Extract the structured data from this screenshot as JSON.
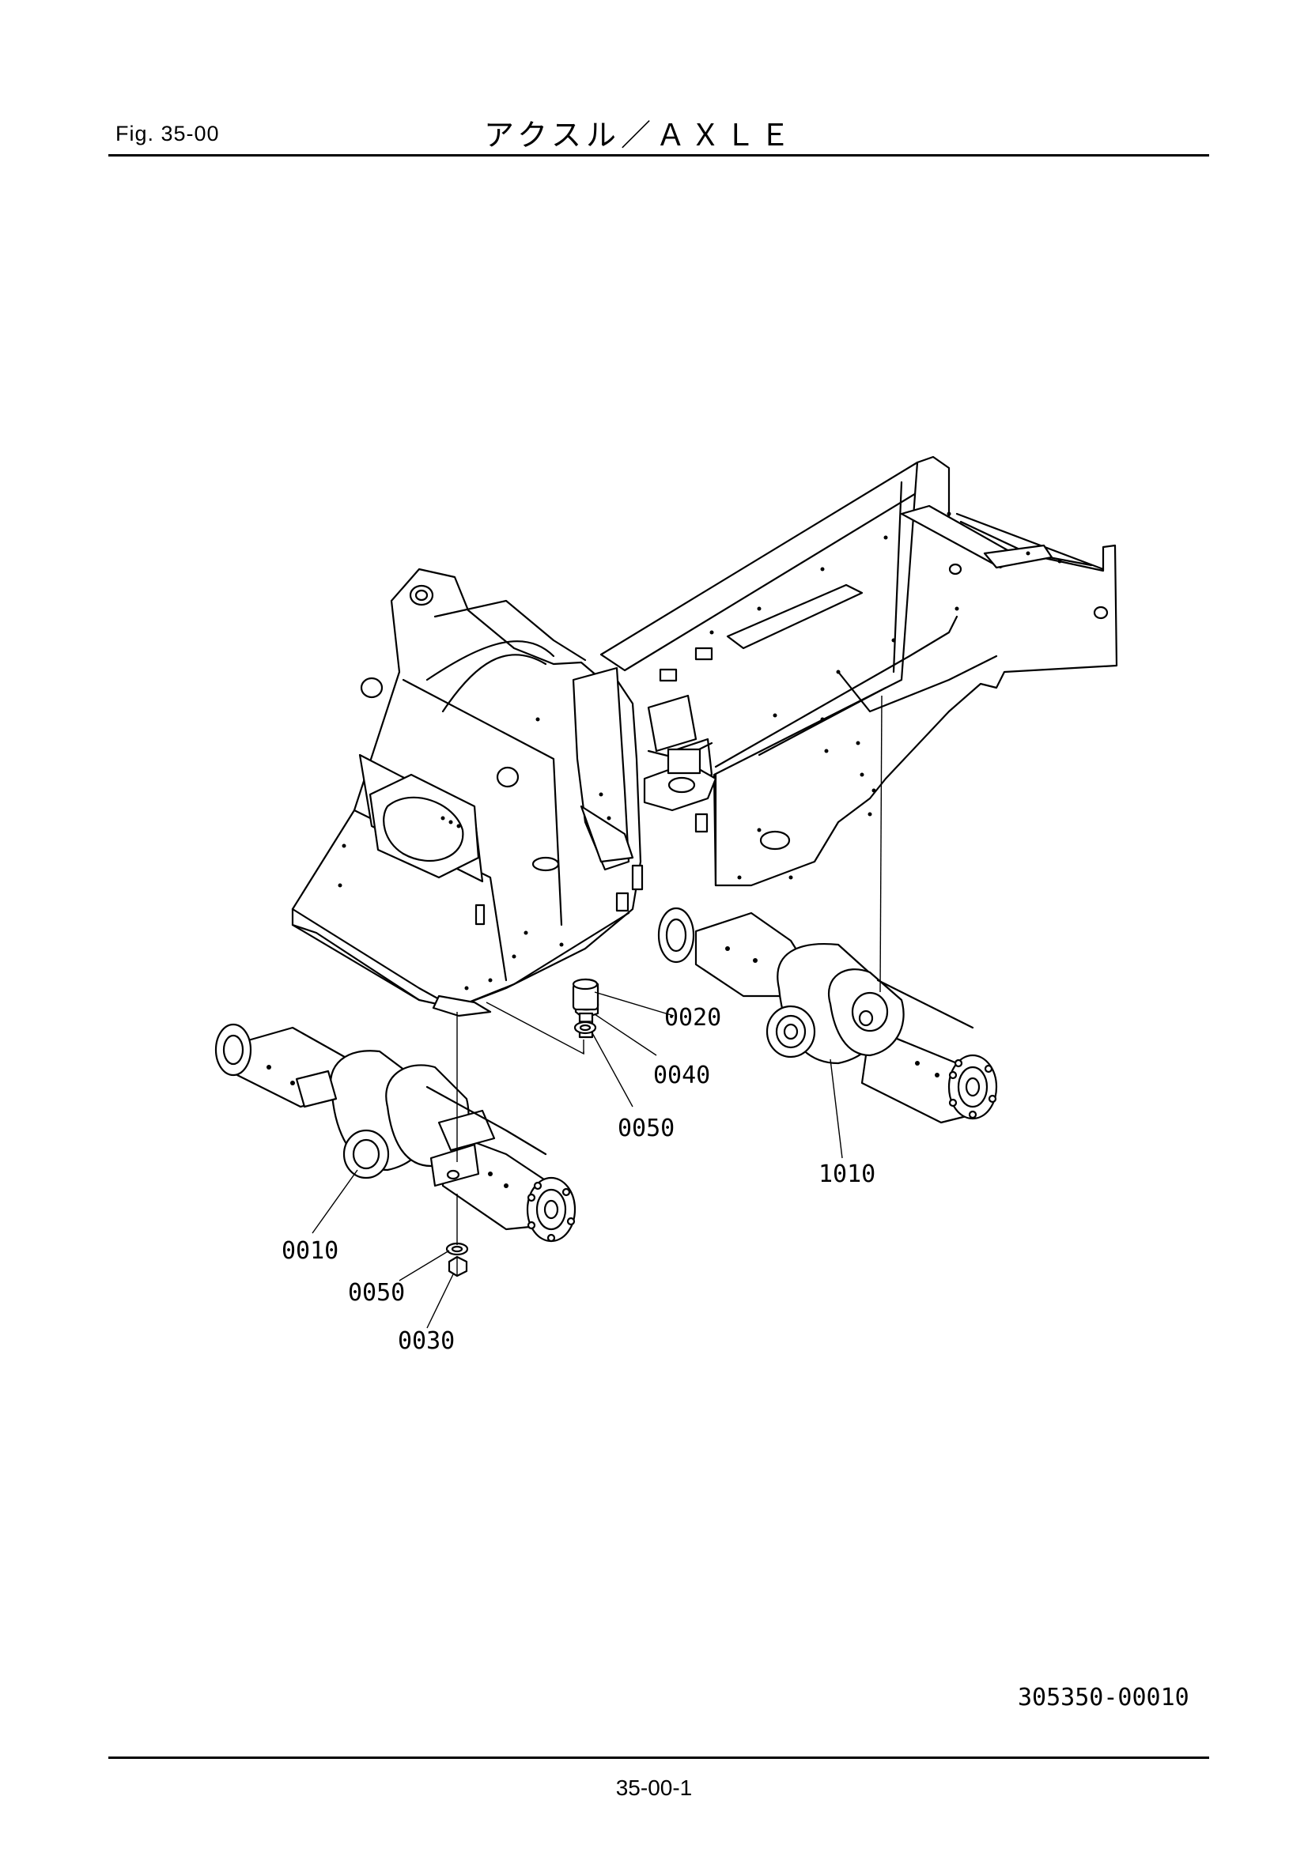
{
  "header": {
    "figure": "Fig.  35-00",
    "title": "アクスル／ＡＸＬＥ"
  },
  "callouts": [
    {
      "id": "0020",
      "label": "0020"
    },
    {
      "id": "0040",
      "label": "0040"
    },
    {
      "id": "0050-upper",
      "label": "0050"
    },
    {
      "id": "1010",
      "label": "1010"
    },
    {
      "id": "0010",
      "label": "0010"
    },
    {
      "id": "0050-lower",
      "label": "0050"
    },
    {
      "id": "0030",
      "label": "0030"
    }
  ],
  "footer": {
    "drawing_number": "305350-00010",
    "page_number": "35-00-1"
  }
}
